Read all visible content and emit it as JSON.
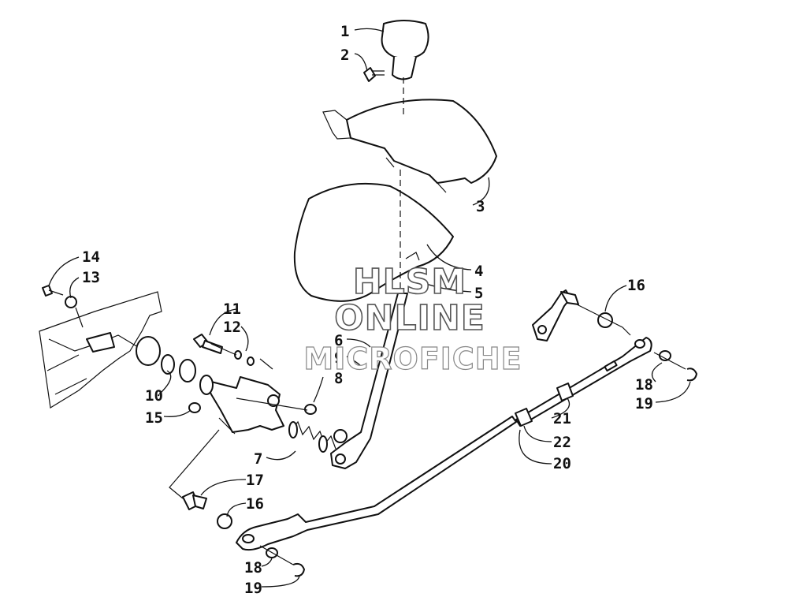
{
  "diagram": {
    "callouts": [
      {
        "id": "c1",
        "text": "1"
      },
      {
        "id": "c2",
        "text": "2"
      },
      {
        "id": "c3",
        "text": "3"
      },
      {
        "id": "c4",
        "text": "4"
      },
      {
        "id": "c5",
        "text": "5"
      },
      {
        "id": "c6",
        "text": "6"
      },
      {
        "id": "c9",
        "text": "9"
      },
      {
        "id": "c8",
        "text": "8"
      },
      {
        "id": "c7",
        "text": "7"
      },
      {
        "id": "c10",
        "text": "10"
      },
      {
        "id": "c11",
        "text": "11"
      },
      {
        "id": "c12",
        "text": "12"
      },
      {
        "id": "c13",
        "text": "13"
      },
      {
        "id": "c14",
        "text": "14"
      },
      {
        "id": "c15",
        "text": "15"
      },
      {
        "id": "c16a",
        "text": "16"
      },
      {
        "id": "c16b",
        "text": "16"
      },
      {
        "id": "c17",
        "text": "17"
      },
      {
        "id": "c18a",
        "text": "18"
      },
      {
        "id": "c18b",
        "text": "18"
      },
      {
        "id": "c19a",
        "text": "19"
      },
      {
        "id": "c19b",
        "text": "19"
      },
      {
        "id": "c20",
        "text": "20"
      },
      {
        "id": "c21",
        "text": "21"
      },
      {
        "id": "c22",
        "text": "22"
      }
    ]
  },
  "watermark": {
    "line1": "HLSM",
    "line2": "ONLINE",
    "line3": "MICROFICHE"
  }
}
